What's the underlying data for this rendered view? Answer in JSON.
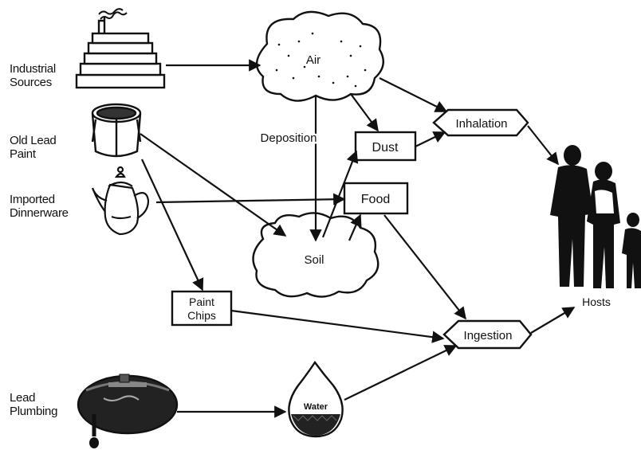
{
  "sources": {
    "industrial": [
      "Industrial",
      "Sources"
    ],
    "old_paint": [
      "Old Lead",
      "Paint"
    ],
    "dinnerware": [
      "Imported",
      "Dinnerware"
    ],
    "plumbing": [
      "Lead",
      "Plumbing"
    ]
  },
  "nodes": {
    "air": "Air",
    "soil": "Soil",
    "deposition": "Deposition",
    "dust": "Dust",
    "food": "Food",
    "paint_chips": [
      "Paint",
      "Chips"
    ],
    "water": "Water",
    "inhalation": "Inhalation",
    "ingestion": "Ingestion",
    "hosts": "Hosts"
  }
}
